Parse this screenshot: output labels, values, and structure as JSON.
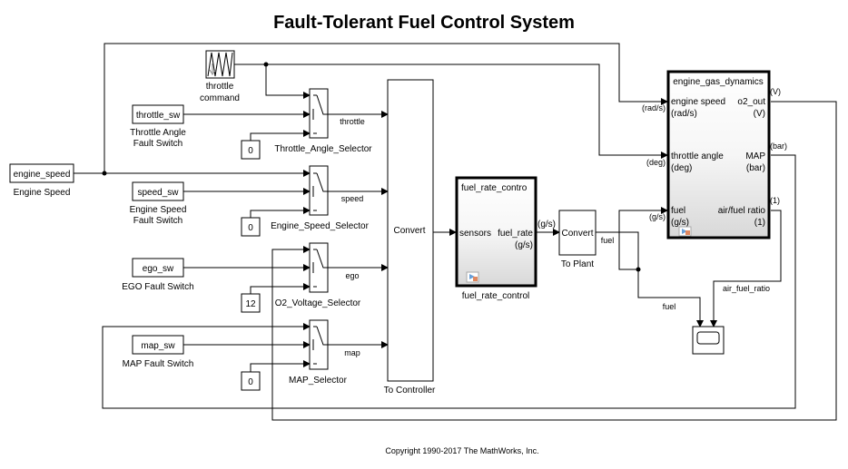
{
  "title": "Fault-Tolerant Fuel Control System",
  "copyright": "Copyright 1990-2017 The MathWorks, Inc.",
  "blocks": {
    "engine_speed": {
      "text": "engine_speed",
      "label": "Engine Speed"
    },
    "throttle_command": {
      "label1": "throttle",
      "label2": "command",
      "icon": "signal-builder-icon"
    },
    "throttle_sw": {
      "text": "throttle_sw",
      "label1": "Throttle Angle",
      "label2": "Fault Switch"
    },
    "speed_sw": {
      "text": "speed_sw",
      "label1": "Engine Speed",
      "label2": "Fault Switch"
    },
    "ego_sw": {
      "text": "ego_sw",
      "label": "EGO Fault Switch"
    },
    "map_sw": {
      "text": "map_sw",
      "label": "MAP Fault Switch"
    },
    "const1": "0",
    "const2": "0",
    "const3": "12",
    "const4": "0",
    "selectors": [
      "Throttle_Angle_Selector",
      "Engine_Speed_Selector",
      "O2_Voltage_Selector",
      "MAP_Selector"
    ],
    "signals": [
      "throttle",
      "speed",
      "ego",
      "map"
    ],
    "to_controller": {
      "text": "Convert",
      "label": "To Controller"
    },
    "fuel_rate_control": {
      "title": "fuel_rate_contro",
      "in": "sensors",
      "out": "fuel_rate",
      "out_unit": "(g/s)",
      "label": "fuel_rate_control",
      "port_unit": "(g/s)"
    },
    "to_plant": {
      "text": "Convert",
      "label": "To Plant",
      "signal": "fuel"
    },
    "engine_gas_dynamics": {
      "title": "engine_gas_dynamics",
      "inputs": [
        {
          "name": "engine speed",
          "unit": "(rad/s)",
          "ext_unit": "(rad/s)"
        },
        {
          "name": "throttle angle",
          "unit": "(deg)",
          "ext_unit": "(deg)"
        },
        {
          "name": "fuel",
          "unit": "(g/s)",
          "ext_unit": "(g/s)"
        }
      ],
      "outputs": [
        {
          "name": "o2_out",
          "unit": "(V)",
          "ext_unit": "(V)"
        },
        {
          "name": "MAP",
          "unit": "(bar)",
          "ext_unit": "(bar)"
        },
        {
          "name": "air/fuel ratio",
          "unit": "(1)",
          "ext_unit": "(1)"
        }
      ]
    },
    "scope": {
      "icon": "scope-icon"
    },
    "fuel_signal": "fuel",
    "air_fuel_signal": "air_fuel_ratio"
  }
}
